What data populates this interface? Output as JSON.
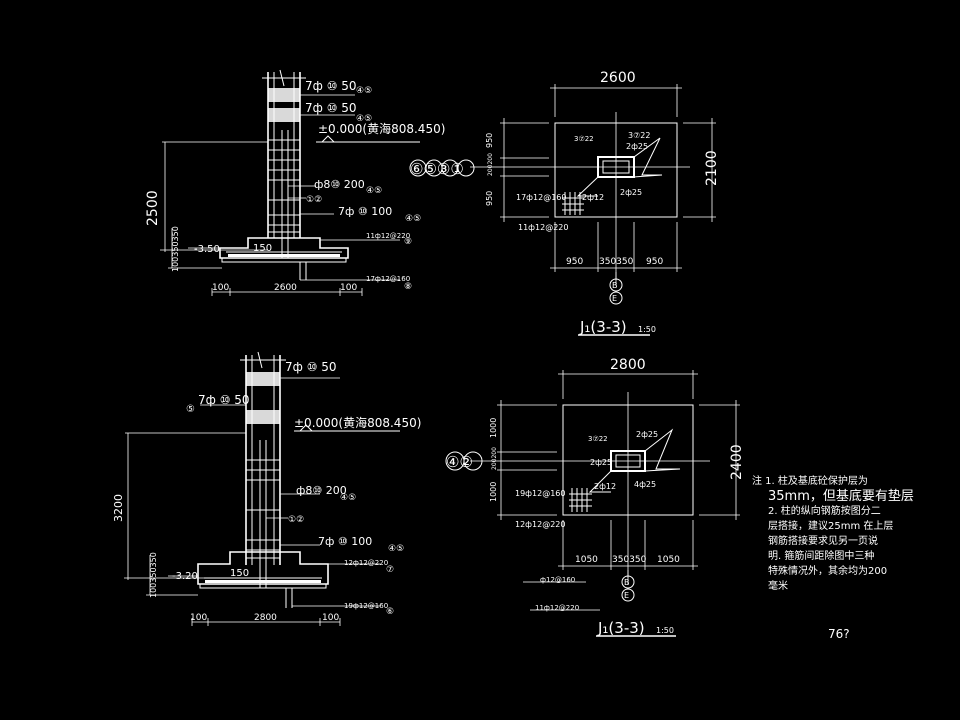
{
  "drawing1": {
    "rebar_top1": "7ф  ⑩  50",
    "rebar_top1_tag": "④⑤",
    "rebar_top2": "7ф  ⑩  50",
    "rebar_top2_tag": "④⑤",
    "elevation": "±0.000(黄海808.450)",
    "stirrup": "ф8⑩ 200",
    "stirrup_tag": "④⑤",
    "main_bar_tag": "①②",
    "stirrup2": "7ф ⑩  100",
    "stirrup2_tag": "④⑤",
    "mesh_top": "11ф12@220",
    "mesh_top_tag": "⑨",
    "mesh_bottom": "17ф12@160",
    "mesh_bottom_tag": "⑧",
    "height": "2500",
    "depth_label": "-3.50",
    "cover": "150",
    "step_dims": "100350350",
    "base_left": "100",
    "base_width": "2600",
    "base_right": "100"
  },
  "plan1": {
    "width": "2600",
    "height": "2100",
    "left_dims": [
      "950",
      "200200",
      "950"
    ],
    "bottom_dims": [
      "950",
      "350350",
      "950"
    ],
    "bar_tags": "⑥⑤③①",
    "labels": [
      "3⑦22",
      "3⑦22",
      "2ф25",
      "2ф25",
      "2ф12",
      "17ф12@160",
      "11ф12@220"
    ],
    "axis1": "B",
    "axis2": "E",
    "title": "J₁(3-3)",
    "scale": "1:50"
  },
  "drawing2": {
    "rebar_top1": "7ф  ⑩  50",
    "rebar_top2": "7ф  ⑩  50",
    "rebar_top2_tag": "⑤",
    "elevation": "±0.000(黄海808.450)",
    "stirrup": "ф8⑩ 200",
    "stirrup_tag": "④⑤",
    "main_bar_tag": "①②",
    "stirrup2": "7ф ⑩  100",
    "stirrup2_tag": "④⑤",
    "mesh_top": "12ф12@220",
    "mesh_top_tag": "⑦",
    "mesh_bottom": "19ф12@160",
    "mesh_bottom_tag": "⑥",
    "height": "3200",
    "depth_label": "-3.20",
    "cover": "150",
    "step_dims": "100350350",
    "base_left": "100",
    "base_width": "2800",
    "base_right": "100"
  },
  "plan2": {
    "width": "2800",
    "height": "2400",
    "left_dims": [
      "1000",
      "200200",
      "1000"
    ],
    "bottom_dims": [
      "1050",
      "350350",
      "1050"
    ],
    "bar_tags": "④②",
    "labels": [
      "3⑦22",
      "2ф25",
      "2ф25",
      "2ф12",
      "4ф25",
      "19ф12@160",
      "12ф12@220"
    ],
    "extra1": "ф12@160",
    "extra2": "11ф12@220",
    "axis1": "B",
    "axis2": "E",
    "title": "J₁(3-3)",
    "scale": "1:50"
  },
  "notes": {
    "line1": "注 1. 柱及基底砼保护层为",
    "line2": "35mm，但基底要有垫层",
    "line3": "2. 柱的纵向钢筋按图分二",
    "line4": "层搭接，建议25mm 在上层",
    "line5": "钢筋搭接要求见另一页说",
    "line6": "明. 箍筋间距除图中三种",
    "line7": "特殊情况外，其余均为200",
    "line8": "毫米"
  },
  "page_number": "76?"
}
